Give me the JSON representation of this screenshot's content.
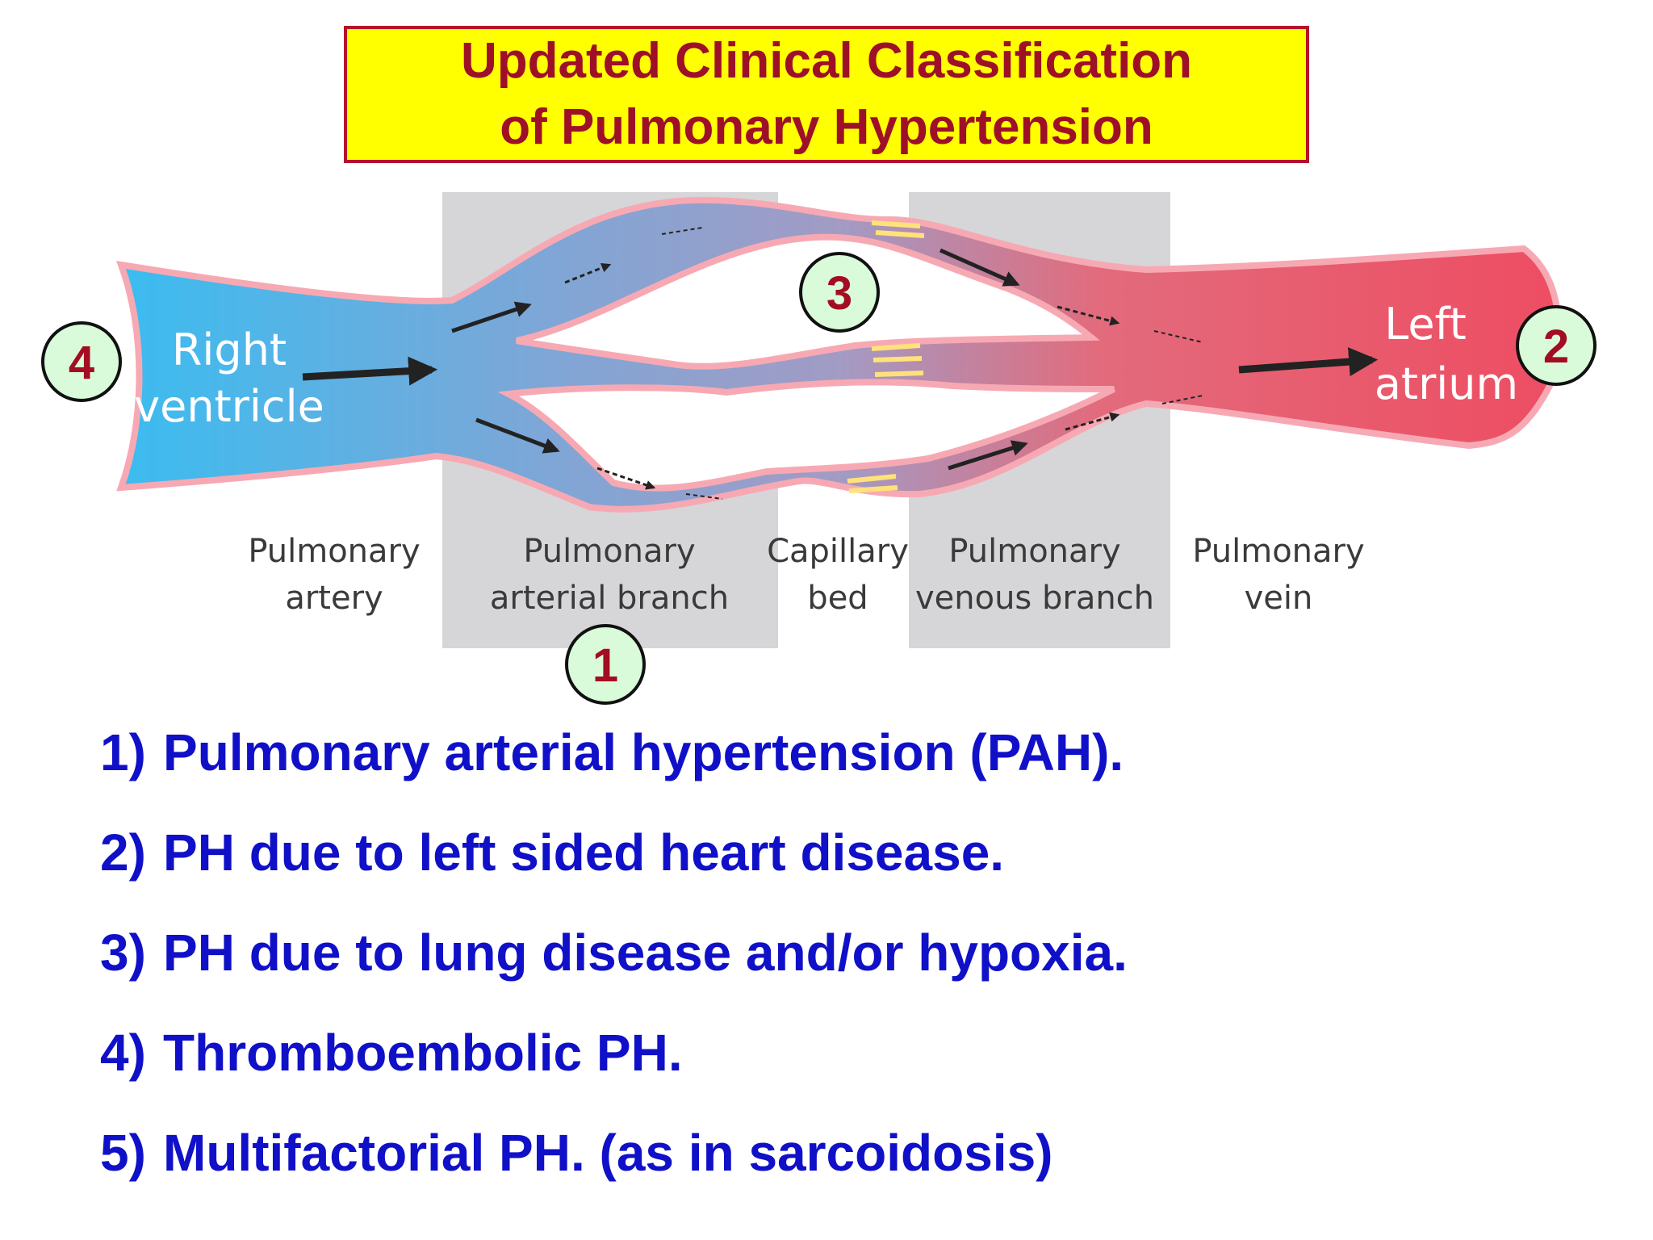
{
  "title": {
    "line1": "Updated Clinical Classification",
    "line2": "of Pulmonary Hypertension"
  },
  "diagram": {
    "chambers": {
      "right_ventricle": [
        "Right",
        "ventricle"
      ],
      "left_atrium": [
        "Left",
        "atrium"
      ]
    },
    "regions": [
      {
        "lines": [
          "Pulmonary",
          "artery"
        ]
      },
      {
        "lines": [
          "Pulmonary",
          "arterial branch"
        ]
      },
      {
        "lines": [
          "Capillary",
          "bed"
        ]
      },
      {
        "lines": [
          "Pulmonary",
          "venous branch"
        ]
      },
      {
        "lines": [
          "Pulmonary",
          "vein"
        ]
      }
    ],
    "markers": [
      "1",
      "2",
      "3",
      "4"
    ],
    "colors": {
      "venous_blue": "#3bbcf0",
      "arterial_red": "#ee5566",
      "vessel_outline": "#f7a9b3",
      "shaded_band": "#d6d6d8",
      "marker_fill": "#d9fbd9",
      "marker_text": "#a30c22"
    }
  },
  "classification": [
    {
      "num": "1)",
      "text": "Pulmonary arterial hypertension (PAH)."
    },
    {
      "num": "2)",
      "text": "PH due to left sided heart disease."
    },
    {
      "num": "3)",
      "text": "PH due to lung disease and/or hypoxia."
    },
    {
      "num": "4)",
      "text": "Thromboembolic PH."
    },
    {
      "num": "5)",
      "text": "Multifactorial PH. (as in sarcoidosis)"
    }
  ]
}
